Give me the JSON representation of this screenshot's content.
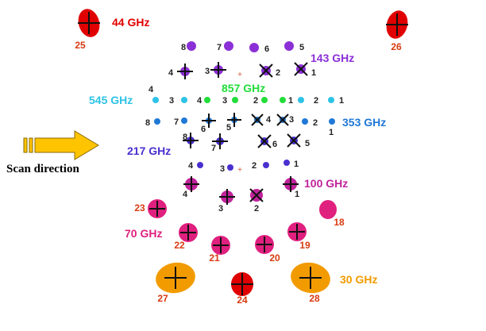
{
  "scan_direction": "Scan direction",
  "colors": {
    "ghz44": "#e00000",
    "ghz70": "#e0207f",
    "ghz30": "#f29b00",
    "ghz100": "#c0239b",
    "ghz143": "#8b2fd6",
    "ghz217": "#4a2fd0",
    "ghz353": "#1f78d6",
    "ghz545": "#2dc3e6",
    "ghz857": "#22dd3a",
    "number_orange": "#d83a10",
    "cross": "#111111",
    "arrow": "#ffc400"
  },
  "bands": [
    {
      "label": "44 GHz",
      "color": "#e00000"
    },
    {
      "label": "143 GHz",
      "color": "#8b2fd6"
    },
    {
      "label": "857 GHz",
      "color": "#22dd3a"
    },
    {
      "label": "545 GHz",
      "color": "#2dc3e6"
    },
    {
      "label": "353 GHz",
      "color": "#1f78d6"
    },
    {
      "label": "217 GHz",
      "color": "#4a2fd0"
    },
    {
      "label": "100 GHz",
      "color": "#c0239b"
    },
    {
      "label": "70 GHz",
      "color": "#e0207f"
    },
    {
      "label": "30 GHz",
      "color": "#f29b00"
    }
  ],
  "horns": [
    {
      "n": "25",
      "band": "44 GHz",
      "color": "#e00000",
      "cross": true
    },
    {
      "n": "26",
      "band": "44 GHz",
      "color": "#e00000",
      "cross": true
    },
    {
      "n": "24",
      "band": "44 GHz",
      "color": "#e00000",
      "cross": true
    },
    {
      "n": "27",
      "band": "30 GHz",
      "color": "#f29b00",
      "cross": true
    },
    {
      "n": "28",
      "band": "30 GHz",
      "color": "#f29b00",
      "cross": true
    },
    {
      "n": "23",
      "band": "70 GHz",
      "color": "#e0207f",
      "cross": true
    },
    {
      "n": "22",
      "band": "70 GHz",
      "color": "#e0207f",
      "cross": true
    },
    {
      "n": "21",
      "band": "70 GHz",
      "color": "#e0207f",
      "cross": true
    },
    {
      "n": "20",
      "band": "70 GHz",
      "color": "#e0207f",
      "cross": true
    },
    {
      "n": "19",
      "band": "70 GHz",
      "color": "#e0207f",
      "cross": true
    },
    {
      "n": "18",
      "band": "70 GHz",
      "color": "#e0207f",
      "cross": false
    },
    {
      "n": "1",
      "band": "100 GHz",
      "color": "#c0239b",
      "cross": true
    },
    {
      "n": "2",
      "band": "100 GHz",
      "color": "#c0239b",
      "cross": true
    },
    {
      "n": "3",
      "band": "100 GHz",
      "color": "#c0239b",
      "cross": true
    },
    {
      "n": "4",
      "band": "100 GHz",
      "color": "#c0239b",
      "cross": true
    },
    {
      "n": "1",
      "band": "143 GHz",
      "color": "#8b2fd6",
      "cross": true
    },
    {
      "n": "2",
      "band": "143 GHz",
      "color": "#8b2fd6",
      "cross": true
    },
    {
      "n": "3",
      "band": "143 GHz",
      "color": "#8b2fd6",
      "cross": true
    },
    {
      "n": "4",
      "band": "143 GHz",
      "color": "#8b2fd6",
      "cross": true
    },
    {
      "n": "5",
      "band": "143 GHz",
      "color": "#8b2fd6",
      "cross": false
    },
    {
      "n": "6",
      "band": "143 GHz",
      "color": "#8b2fd6",
      "cross": false
    },
    {
      "n": "7",
      "band": "143 GHz",
      "color": "#8b2fd6",
      "cross": false
    },
    {
      "n": "8",
      "band": "143 GHz",
      "color": "#8b2fd6",
      "cross": false
    },
    {
      "n": "1",
      "band": "545 GHz",
      "color": "#2dc3e6",
      "cross": false
    },
    {
      "n": "2",
      "band": "545 GHz",
      "color": "#2dc3e6",
      "cross": false
    },
    {
      "n": "3",
      "band": "545 GHz",
      "color": "#2dc3e6",
      "cross": false
    },
    {
      "n": "4",
      "band": "545 GHz",
      "color": "#2dc3e6",
      "cross": false
    },
    {
      "n": "1",
      "band": "857 GHz",
      "color": "#22dd3a",
      "cross": false
    },
    {
      "n": "2",
      "band": "857 GHz",
      "color": "#22dd3a",
      "cross": false
    },
    {
      "n": "3",
      "band": "857 GHz",
      "color": "#22dd3a",
      "cross": false
    },
    {
      "n": "4",
      "band": "857 GHz",
      "color": "#22dd3a",
      "cross": false
    },
    {
      "n": "1",
      "band": "353 GHz",
      "color": "#1f78d6",
      "cross": false
    },
    {
      "n": "2",
      "band": "353 GHz",
      "color": "#1f78d6",
      "cross": false
    },
    {
      "n": "3",
      "band": "353 GHz",
      "color": "#1f78d6",
      "cross": true
    },
    {
      "n": "4",
      "band": "353 GHz",
      "color": "#1f78d6",
      "cross": true
    },
    {
      "n": "5",
      "band": "353 GHz",
      "color": "#1f78d6",
      "cross": true
    },
    {
      "n": "6",
      "band": "353 GHz",
      "color": "#1f78d6",
      "cross": true
    },
    {
      "n": "7",
      "band": "353 GHz",
      "color": "#1f78d6",
      "cross": false
    },
    {
      "n": "8",
      "band": "353 GHz",
      "color": "#1f78d6",
      "cross": false
    },
    {
      "n": "1",
      "band": "217 GHz",
      "color": "#4a2fd0",
      "cross": false
    },
    {
      "n": "2",
      "band": "217 GHz",
      "color": "#4a2fd0",
      "cross": false
    },
    {
      "n": "3",
      "band": "217 GHz",
      "color": "#4a2fd0",
      "cross": false
    },
    {
      "n": "4",
      "band": "217 GHz",
      "color": "#4a2fd0",
      "cross": false
    },
    {
      "n": "5",
      "band": "217 GHz",
      "color": "#4a2fd0",
      "cross": true
    },
    {
      "n": "6",
      "band": "217 GHz",
      "color": "#4a2fd0",
      "cross": true
    },
    {
      "n": "7",
      "band": "217 GHz",
      "color": "#4a2fd0",
      "cross": true
    },
    {
      "n": "8",
      "band": "217 GHz",
      "color": "#4a2fd0",
      "cross": true
    }
  ]
}
